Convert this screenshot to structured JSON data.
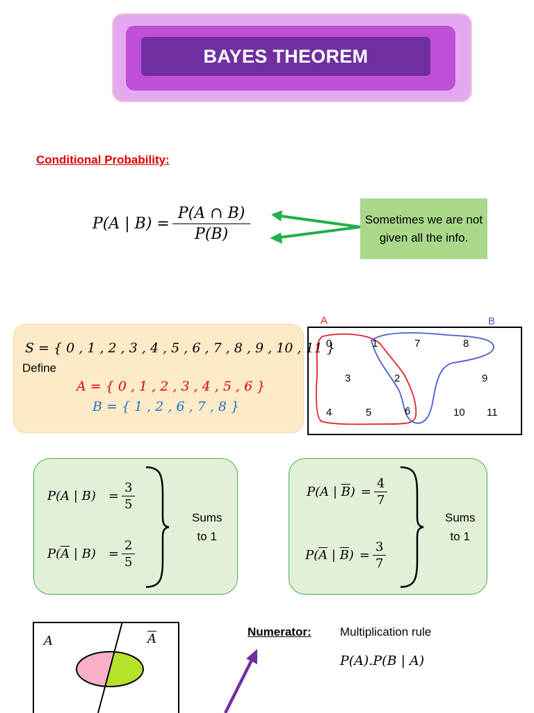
{
  "title": "BAYES THEOREM",
  "conditional_heading": "Conditional Probability:",
  "main_formula": {
    "lhs": "P(A | B) =",
    "numerator": "P(A ∩ B)",
    "denominator": "P(B)"
  },
  "note": "Sometimes we are not given all the info.",
  "sample_space": {
    "s_line": "S = { 0 , 1 , 2 , 3 , 4 , 5 , 6 , 7 , 8 , 9 , 10 , 11 }",
    "define": "Define",
    "a_line": "A = { 0 , 1 , 2 , 3 , 4 , 5 , 6 }",
    "b_line": "B = { 1 , 2 , 6 , 7 , 8 }"
  },
  "venn": {
    "label_a": "A",
    "label_b": "B",
    "numbers": [
      "0",
      "1",
      "7",
      "8",
      "3",
      "2",
      "9",
      "4",
      "5",
      "6",
      "10",
      "11"
    ]
  },
  "left_box": {
    "eq1_lhs": "P(A | B)",
    "eq1_num": "3",
    "eq1_den": "5",
    "eq2_lhs_p": "P(",
    "eq2_lhs_abar": "A",
    "eq2_lhs_rest": " | B)",
    "eq2_num": "2",
    "eq2_den": "5",
    "sums": [
      "Sums",
      "to 1"
    ]
  },
  "right_box": {
    "eq1_lhs_p": "P(A | ",
    "eq1_lhs_bbar": "B",
    "eq1_lhs_rest": ")",
    "eq1_num": "4",
    "eq1_den": "7",
    "eq2_lhs_p": "P(",
    "eq2_lhs_abar": "A",
    "eq2_lhs_mid": " | ",
    "eq2_lhs_bbar": "B",
    "eq2_lhs_rest": ")",
    "eq2_num": "3",
    "eq2_den": "7",
    "sums": [
      "Sums",
      "to 1"
    ]
  },
  "small_venn": {
    "label_a": "A",
    "label_abar": "A",
    "colors": {
      "left": "#f7b0c8",
      "right": "#b6e22a"
    }
  },
  "numerator": {
    "label": "Numerator:",
    "rule": "Multiplication rule",
    "formula": "P(A).P(B | A)"
  },
  "colors": {
    "title_bg": "#7030a0",
    "heading_red": "#e00000",
    "set_b_blue": "#1f6fc0",
    "arrow_green": "#1fb04a",
    "arrow_purple": "#7030a0",
    "venn_a": "#e0202a",
    "venn_b": "#4a5cd0"
  }
}
